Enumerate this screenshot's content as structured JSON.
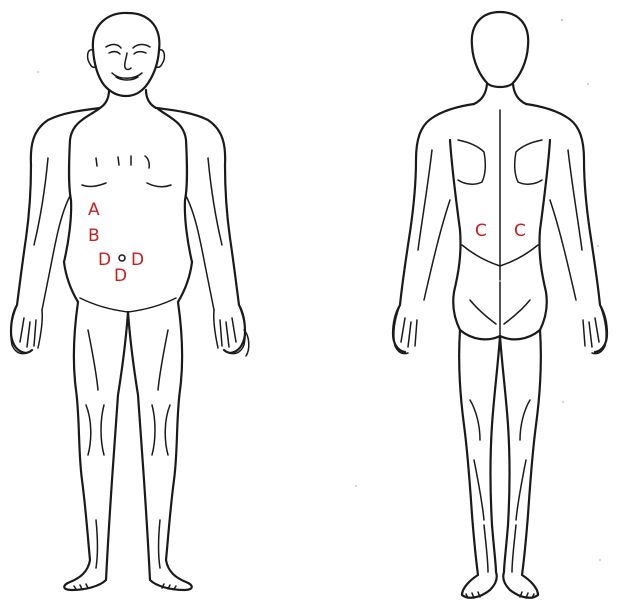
{
  "colors": {
    "ink": "#1a1a1a",
    "marker": "#c81e1e",
    "background": "#ffffff"
  },
  "figures": {
    "front": {
      "markers": {
        "a": "A",
        "b": "B",
        "d_left": "D",
        "d_center": "D",
        "d_right": "D"
      }
    },
    "back": {
      "markers": {
        "c_left": "C",
        "c_right": "C"
      }
    }
  }
}
